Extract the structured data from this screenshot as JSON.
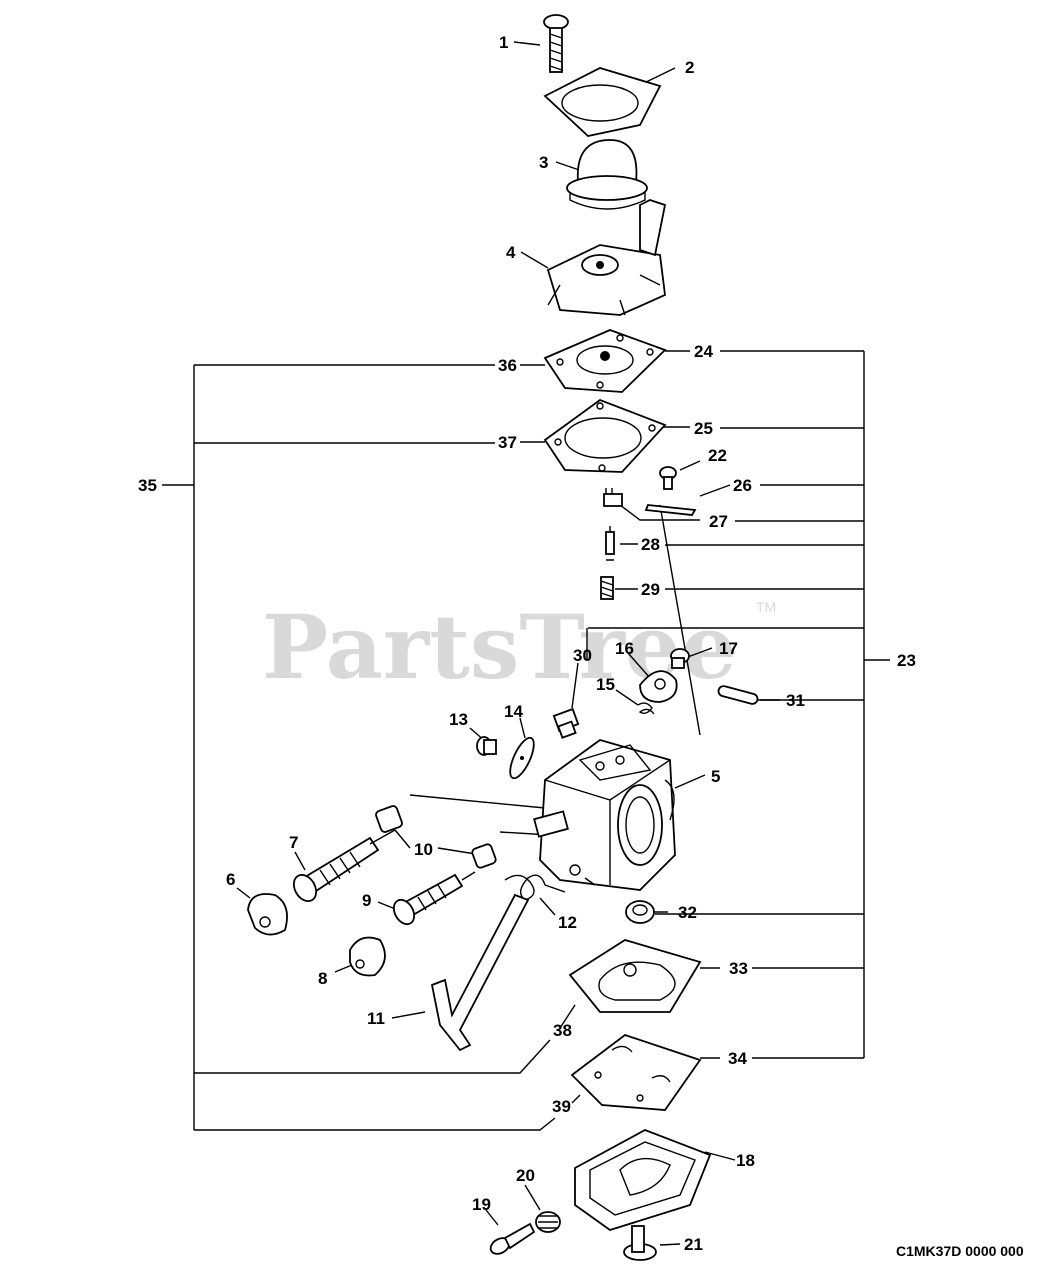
{
  "watermark": {
    "text": "PartsTree",
    "trademark": "TM"
  },
  "diagram_code": "C1MK37D 0000 000",
  "callouts": [
    "1",
    "2",
    "3",
    "4",
    "5",
    "6",
    "7",
    "8",
    "9",
    "10",
    "11",
    "12",
    "13",
    "14",
    "15",
    "16",
    "17",
    "18",
    "19",
    "20",
    "21",
    "22",
    "23",
    "24",
    "25",
    "26",
    "27",
    "28",
    "29",
    "30",
    "31",
    "32",
    "33",
    "34",
    "35",
    "36",
    "37",
    "38",
    "39"
  ]
}
